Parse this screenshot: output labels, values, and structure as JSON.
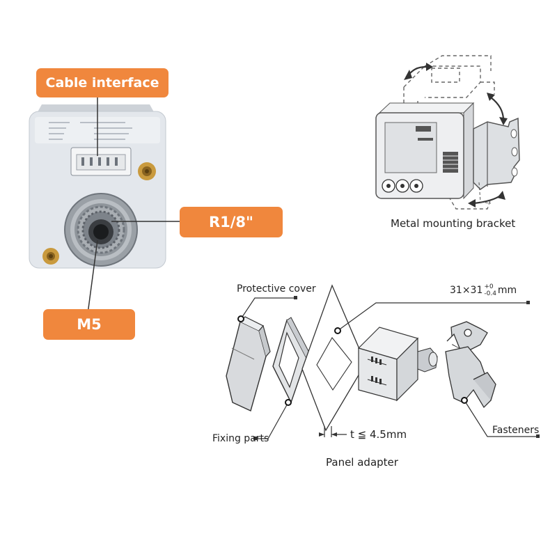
{
  "photo_callouts": {
    "cable_interface": "Cable interface",
    "r18": "R1/8\"",
    "m5": "M5"
  },
  "bracket_caption": "Metal mounting bracket",
  "panel_diagram": {
    "protective_cover": "Protective cover",
    "dimension_main": "31×31",
    "tol_upper": "+0",
    "tol_lower": "-0.4",
    "dimension_unit": "mm",
    "fixing_parts": "Fixing parts",
    "thickness": "t ≦ 4.5mm",
    "fasteners": "Fasteners",
    "caption": "Panel adapter"
  },
  "colors": {
    "accent": "#f0873d",
    "line": "#333333",
    "body": "#e3e7ec",
    "brass": "#c99a3e"
  }
}
